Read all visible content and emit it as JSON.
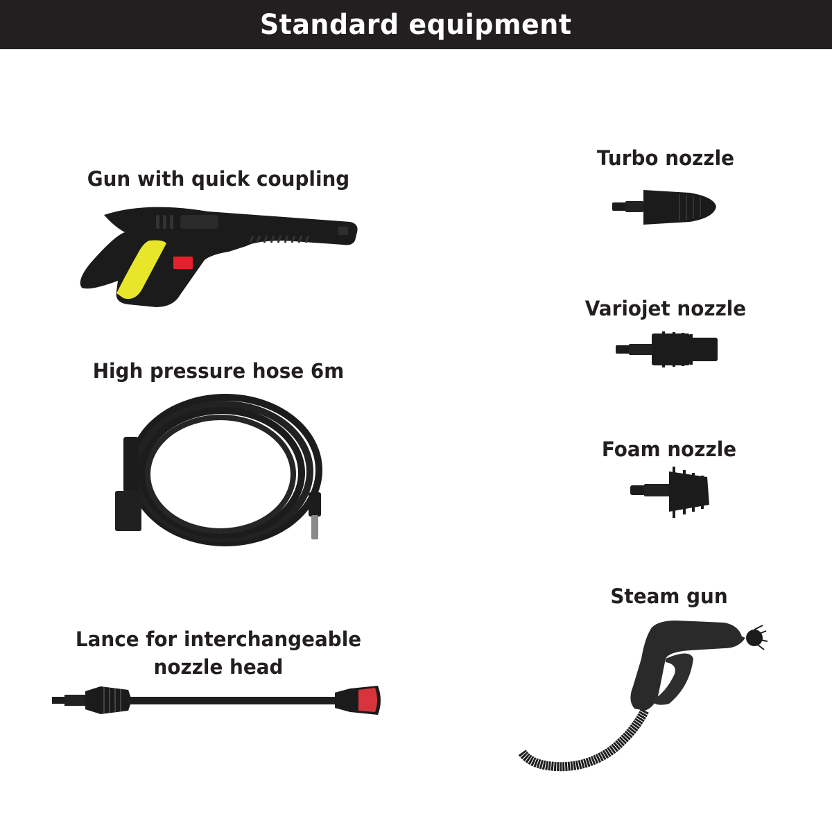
{
  "header": {
    "title": "Standard equipment",
    "background": "#231f20",
    "text_color": "#ffffff"
  },
  "items": [
    {
      "label": "Gun with quick coupling",
      "icon": "spray-gun-icon",
      "accent": "#e8e62a",
      "button_color": "#e4202e"
    },
    {
      "label": "High pressure hose 6m",
      "icon": "hose-coil-icon"
    },
    {
      "label_line1": "Lance for interchangeable",
      "label_line2": "nozzle head",
      "icon": "lance-icon",
      "accent": "#d7353b"
    },
    {
      "label": "Turbo nozzle",
      "icon": "turbo-nozzle-icon"
    },
    {
      "label": "Variojet nozzle",
      "icon": "variojet-nozzle-icon"
    },
    {
      "label": "Foam nozzle",
      "icon": "foam-nozzle-icon"
    },
    {
      "label": "Steam gun",
      "icon": "steam-gun-icon"
    }
  ]
}
